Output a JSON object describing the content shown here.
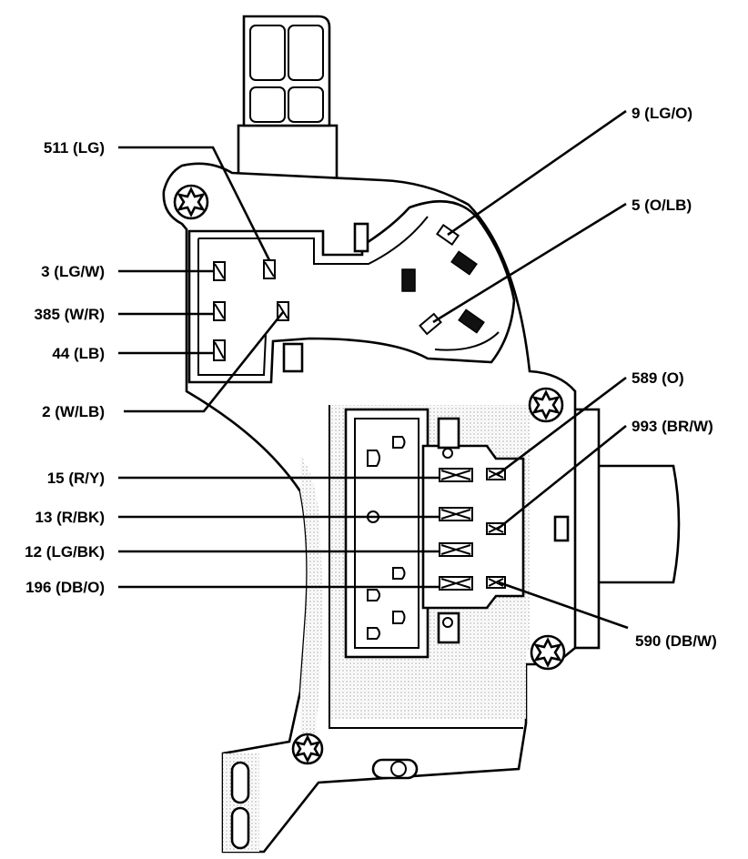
{
  "diagram": {
    "labels": {
      "w511": "511 (LG)",
      "w3": "3 (LG/W)",
      "w385": "385 (W/R)",
      "w44": "44 (LB)",
      "w2": "2 (W/LB)",
      "w15": "15 (R/Y)",
      "w13": "13 (R/BK)",
      "w12": "12 (LG/BK)",
      "w196": "196 (DB/O)",
      "w9": "9 (LG/O)",
      "w5": "5 (O/LB)",
      "w589": "589 (O)",
      "w993": "993 (BR/W)",
      "w590": "590 (DB/W)"
    }
  }
}
